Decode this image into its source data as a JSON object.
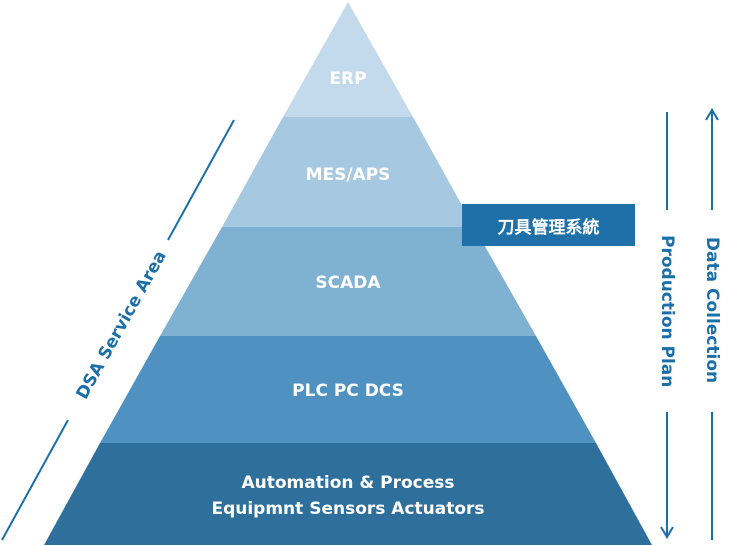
{
  "pyramid": {
    "layers": [
      {
        "label": "ERP",
        "color": "#c3d9ec"
      },
      {
        "label": "MES/APS",
        "color": "#a6c8e1"
      },
      {
        "label": "SCADA",
        "color": "#7fb1d3"
      },
      {
        "label": "PLC PC DCS",
        "color": "#4f92c1"
      },
      {
        "label_line1": "Automation & Process",
        "label_line2": "Equipmnt Sensors Actuators",
        "color": "#2e6f9c"
      }
    ]
  },
  "badge": {
    "label": "刀具管理系統",
    "color": "#1f6fa8"
  },
  "side": {
    "service_area": "DSA Service Area"
  },
  "arrows": {
    "production_plan": "Production Plan",
    "data_collection": "Data Collection"
  },
  "accent_color": "#1a6fa8"
}
